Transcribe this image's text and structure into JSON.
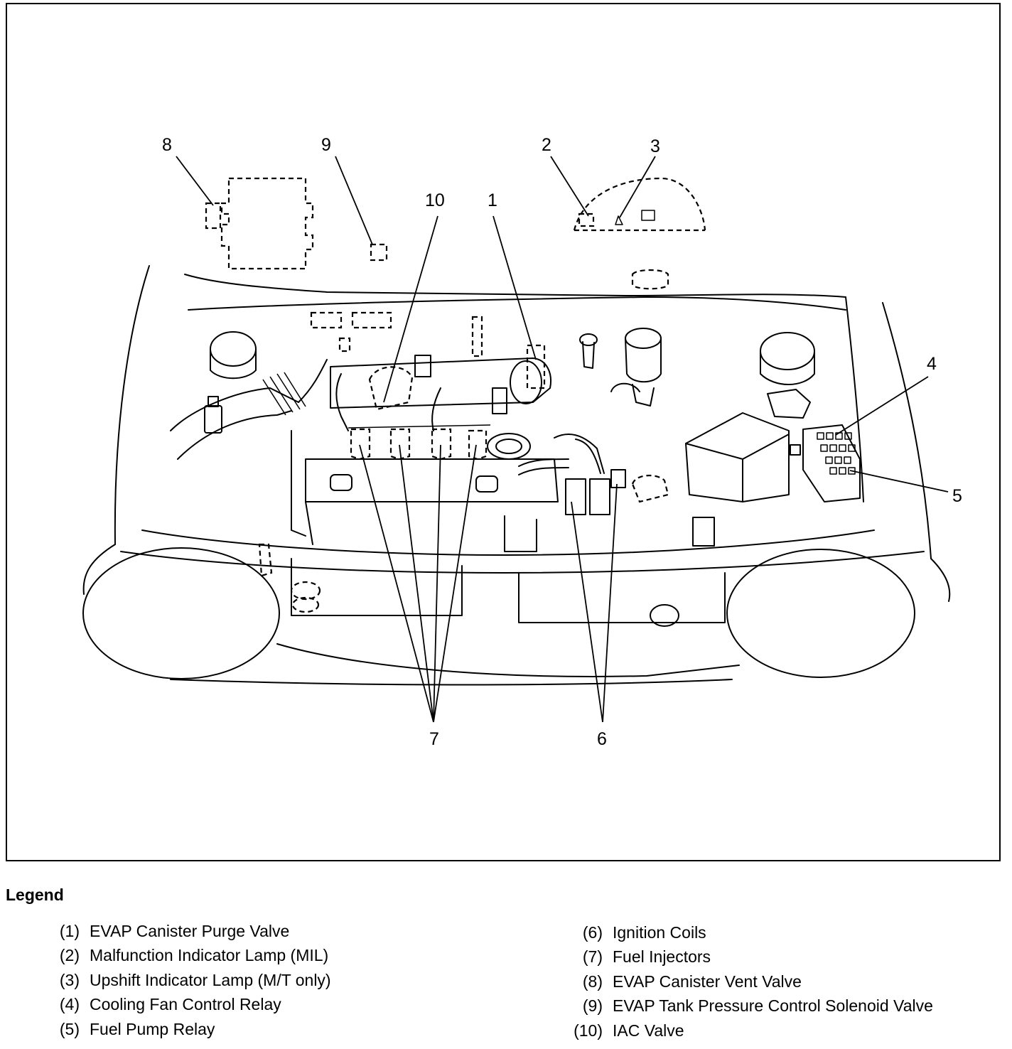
{
  "callouts": {
    "c1": "1",
    "c2": "2",
    "c3": "3",
    "c4": "4",
    "c5": "5",
    "c6": "6",
    "c7": "7",
    "c8": "8",
    "c9": "9",
    "c10": "10"
  },
  "legend": {
    "title": "Legend",
    "left": [
      {
        "num": "(1)",
        "label": "EVAP Canister Purge Valve"
      },
      {
        "num": "(2)",
        "label": "Malfunction Indicator Lamp (MIL)"
      },
      {
        "num": "(3)",
        "label": "Upshift Indicator Lamp (M/T only)"
      },
      {
        "num": "(4)",
        "label": "Cooling Fan Control Relay"
      },
      {
        "num": "(5)",
        "label": "Fuel Pump Relay"
      }
    ],
    "right": [
      {
        "num": "(6)",
        "label": "Ignition Coils"
      },
      {
        "num": "(7)",
        "label": "Fuel Injectors"
      },
      {
        "num": "(8)",
        "label": "EVAP Canister Vent Valve"
      },
      {
        "num": "(9)",
        "label": "EVAP Tank Pressure Control Solenoid Valve"
      },
      {
        "num": "(10)",
        "label": "IAC Valve"
      }
    ]
  }
}
